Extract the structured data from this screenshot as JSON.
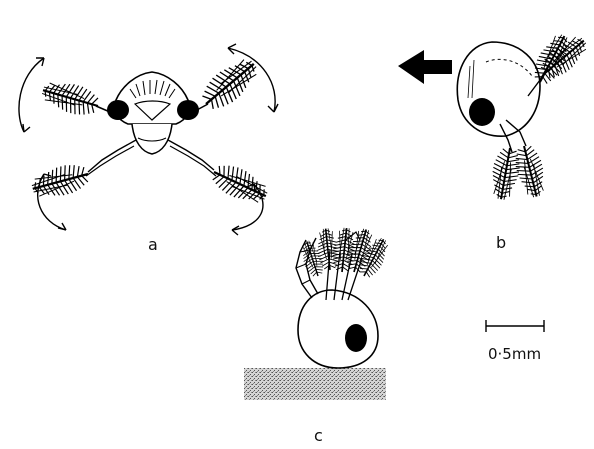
{
  "panels": {
    "a": {
      "label": "a"
    },
    "b": {
      "label": "b"
    },
    "c": {
      "label": "c"
    }
  },
  "scale_bar": {
    "label": "0·5mm"
  }
}
